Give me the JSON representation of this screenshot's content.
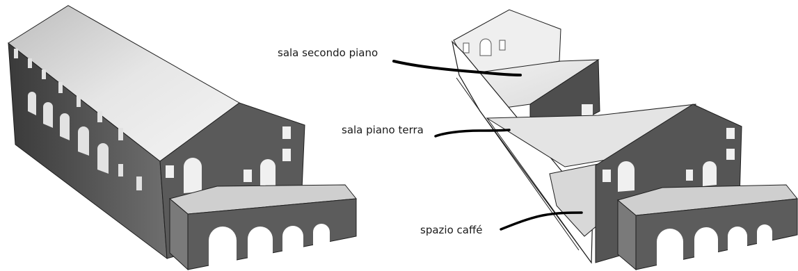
{
  "annotations": {
    "second_floor": "sala secondo piano",
    "ground_floor": "sala piano terra",
    "cafe": "spazio caffé"
  },
  "colors": {
    "roof": "#d6d6d6",
    "wall_dark": "#5c5c5c",
    "wall_mid": "#8a8a8a",
    "interior": "#e8e8e8",
    "outline": "#1e1e1e",
    "leader": "#000000"
  }
}
